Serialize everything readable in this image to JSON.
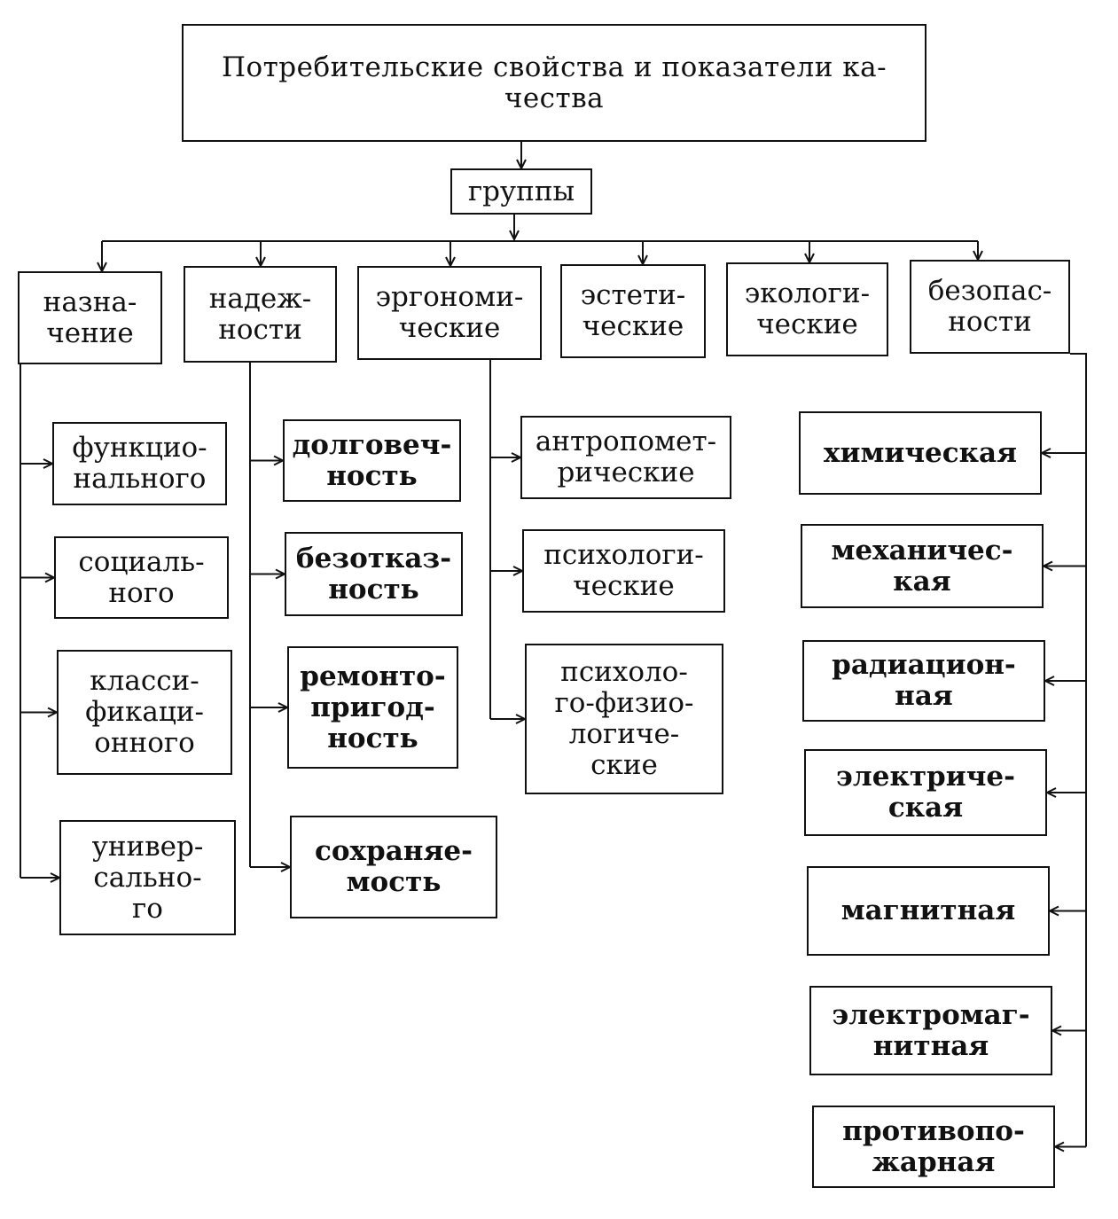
{
  "title": "Потребительские свойства и показатели ка-\nчества",
  "groups_label": "группы",
  "groups": [
    {
      "id": "naznachenie",
      "label": "назна-\nчение",
      "children": [
        "функцио-\nнального",
        "социаль-\nного",
        "класси-\nфикаци-\nонного",
        "универ-\nсально-\nго"
      ]
    },
    {
      "id": "nadezhnosti",
      "label": "надеж-\nности",
      "children": [
        "долговеч-\nность",
        "безотказ-\nность",
        "ремонто-\nпригод-\nность",
        "сохраняе-\nмость"
      ]
    },
    {
      "id": "ergonomicheskie",
      "label": "эргономи-\nческие",
      "children": [
        "антропомет-\nрические",
        "психологи-\nческие",
        "психоло-\nго-физио-\nлогиче-\nские"
      ]
    },
    {
      "id": "esteticheskie",
      "label": "эстети-\nческие",
      "children": []
    },
    {
      "id": "ekologicheskie",
      "label": "экологи-\nческие",
      "children": []
    },
    {
      "id": "bezopasnosti",
      "label": "безопас-\nности",
      "children": [
        "химическая",
        "механичес-\nкая",
        "радиацион-\nная",
        "электриче-\nская",
        "магнитная",
        "электромаг-\nнитная",
        "противопо-\nжарная"
      ]
    }
  ],
  "colors": {
    "ink": "#111111",
    "background": "#ffffff"
  }
}
